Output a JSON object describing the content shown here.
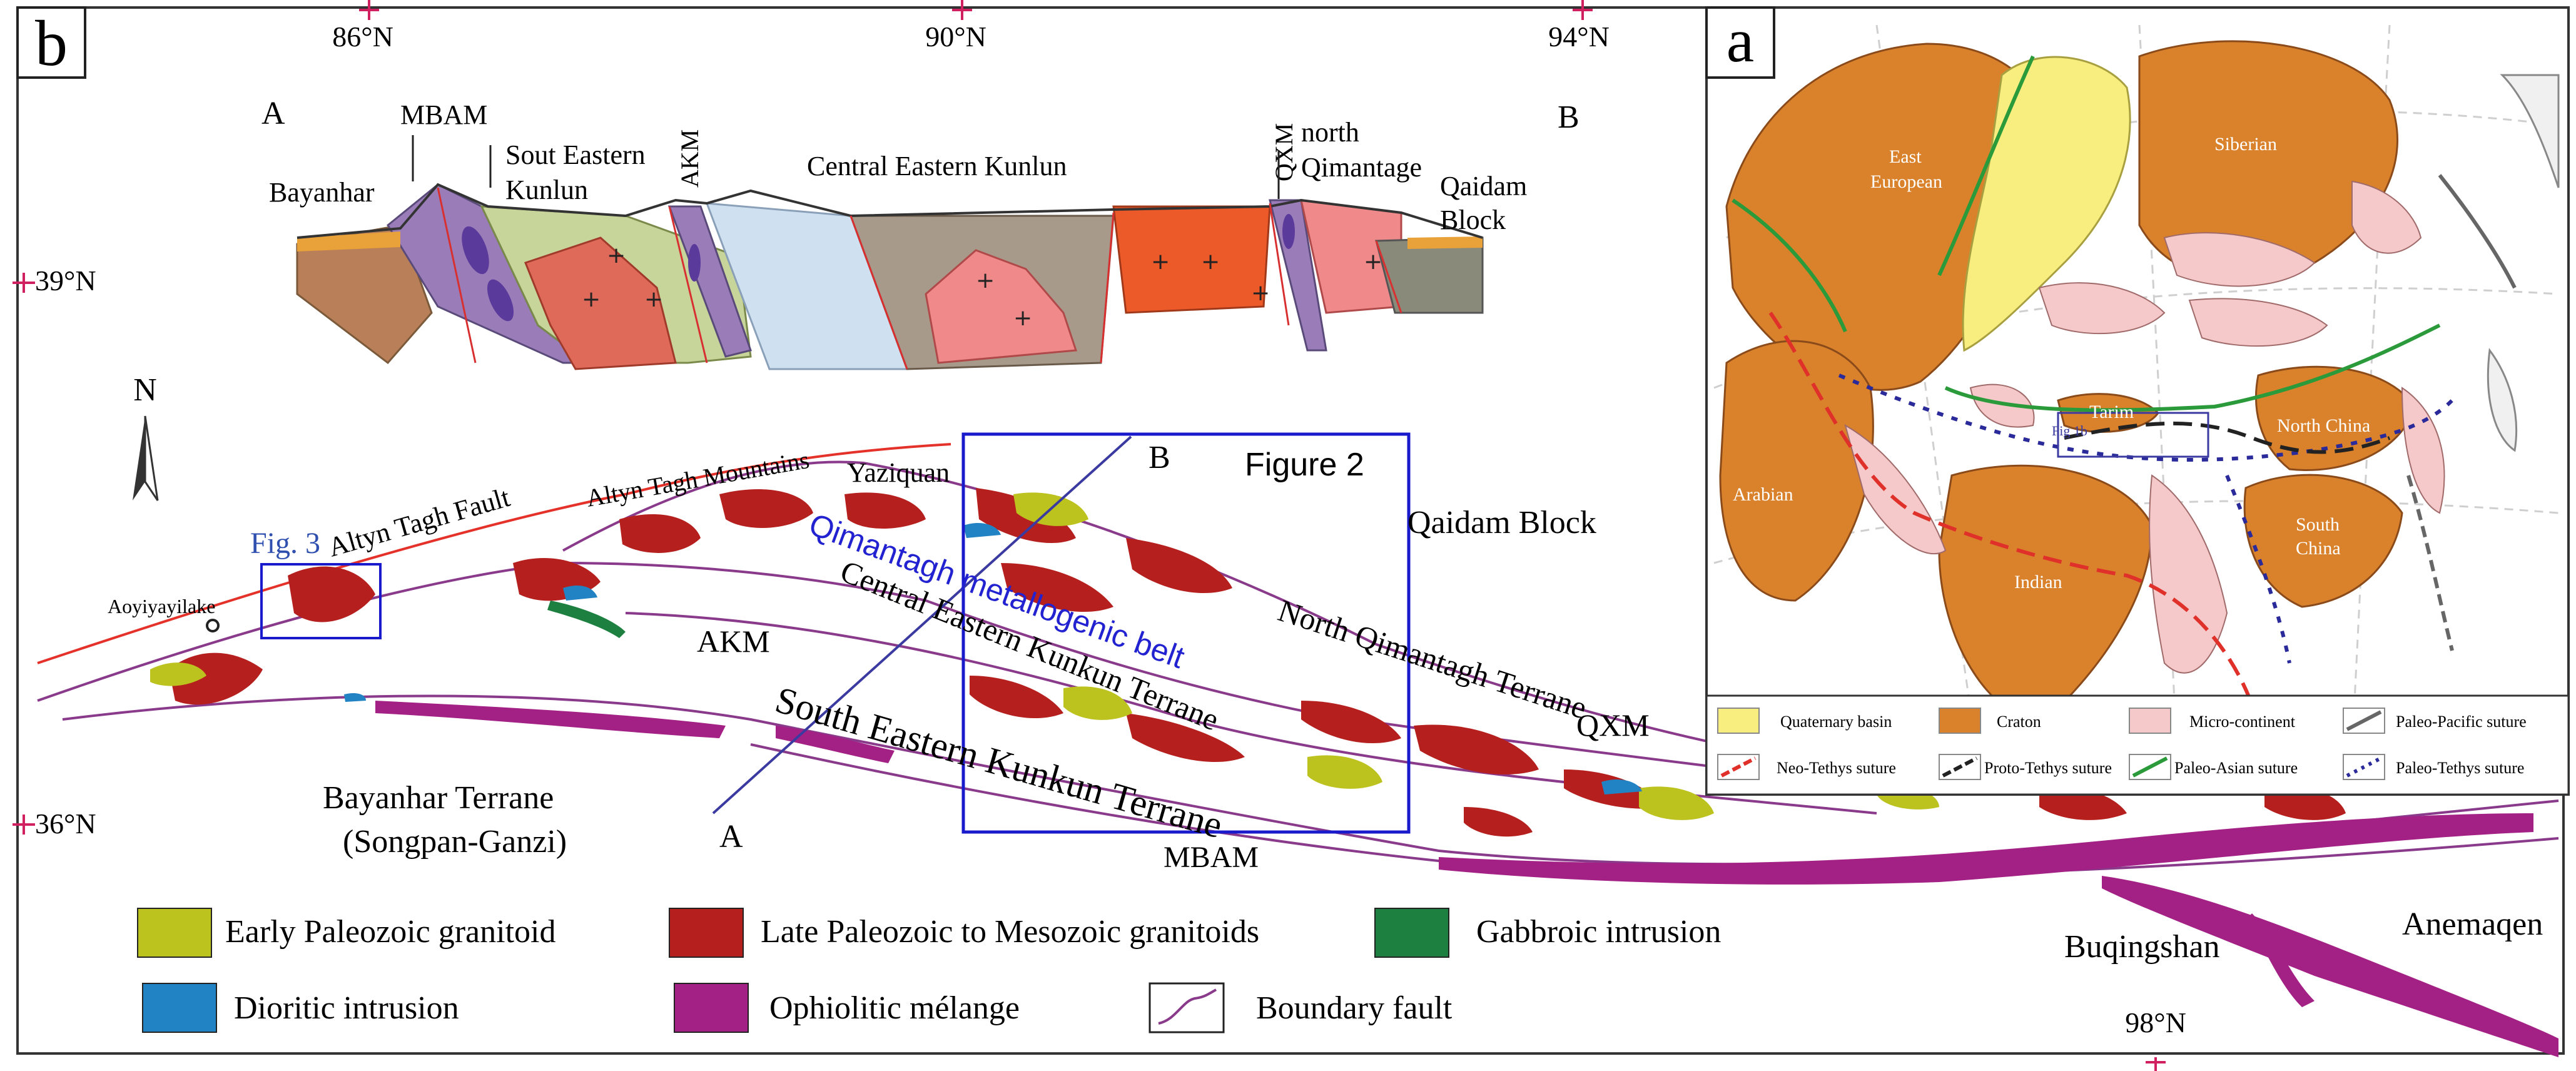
{
  "panel_b": {
    "label": "b",
    "coords": {
      "lon_86": "86°N",
      "lon_90": "90°N",
      "lon_94": "94°N",
      "lat_39": "39°N",
      "lat_36": "36°N",
      "lon_98": "98°N"
    },
    "cross_section": {
      "end_a": "A",
      "end_b": "B",
      "mbam": "MBAM",
      "bayanhar": "Bayanhar",
      "sout_eastern_1": "Sout Eastern",
      "sout_eastern_2": "Kunlun",
      "akm": "AKM",
      "central_eastern": "Central Eastern Kunlun",
      "qxm": "QXM",
      "north_qim_1": "north",
      "north_qim_2": "Qimantage",
      "qaidam_1": "Qaidam",
      "qaidam_2": "Block"
    },
    "map_labels": {
      "north": "N",
      "altyn_fault": "Altyn Tagh  Fault",
      "altyn_mountains": "Altyn Tagh Mountains",
      "yaziquan": "Yaziquan",
      "point_b": "B",
      "figure2": "Figure 2",
      "qaidam_block": "Qaidam Block",
      "fig3": "Fig. 3",
      "aoyiyayilake": "Aoyiyayilake",
      "qimantagh_belt": "Qimantagh metallogenic belt",
      "central_terrane": "Central Eastern Kunkun Terrane",
      "north_terrane": "North Qimantagh Terrane",
      "qxm": "QXM",
      "akm": "AKM",
      "south_terrane": "South Eastern Kunkun Terrane",
      "mbam": "MBAM",
      "bayanhar_1": "Bayanhar Terrane",
      "bayanhar_2": "(Songpan-Ganzi)",
      "point_a": "A",
      "buqingshan": "Buqingshan",
      "anemaqen": "Anemaqen"
    },
    "legend": {
      "early_pz": "Early Paleozoic granitoid",
      "late_pz": "Late Paleozoic to Mesozoic granitoids",
      "gabbro": "Gabbroic intrusion",
      "diorite": "Dioritic intrusion",
      "ophiolite": "Ophiolitic mélange",
      "fault": "Boundary fault"
    },
    "colors": {
      "early_pz": "#bcc21e",
      "late_pz": "#b5201f",
      "gabbro": "#1e8040",
      "diorite": "#2283c4",
      "ophiolite": "#a32185",
      "fault": "#8a3a8a",
      "altyn_fault": "#e4322a",
      "figure_box": "#1a1acd"
    }
  },
  "panel_a": {
    "label": "a",
    "regions": {
      "east_european_1": "East",
      "east_european_2": "European",
      "siberian": "Siberian",
      "arabian": "Arabian",
      "indian": "Indian",
      "tarim": "Tarim",
      "north_china": "North China",
      "south_china_1": "South",
      "south_china_2": "China",
      "fig1b": "Fig 1b"
    },
    "legend": {
      "quaternary": "Quaternary basin",
      "craton": "Craton",
      "micro": "Micro-continent",
      "paleo_pacific": "Paleo-Pacific suture",
      "neo_tethys": "Neo-Tethys suture",
      "proto_tethys": "Proto-Tethys suture",
      "paleo_asian": "Paleo-Asian suture",
      "paleo_tethys": "Paleo-Tethys suture"
    },
    "colors": {
      "quaternary": "#f7ee7f",
      "craton": "#d9822b",
      "micro": "#f5c9c9",
      "paleo_pacific": "#666666",
      "neo_tethys": "#e0302a",
      "proto_tethys": "#222222",
      "paleo_asian": "#2a9a3a",
      "paleo_tethys": "#2a2a9a"
    }
  }
}
